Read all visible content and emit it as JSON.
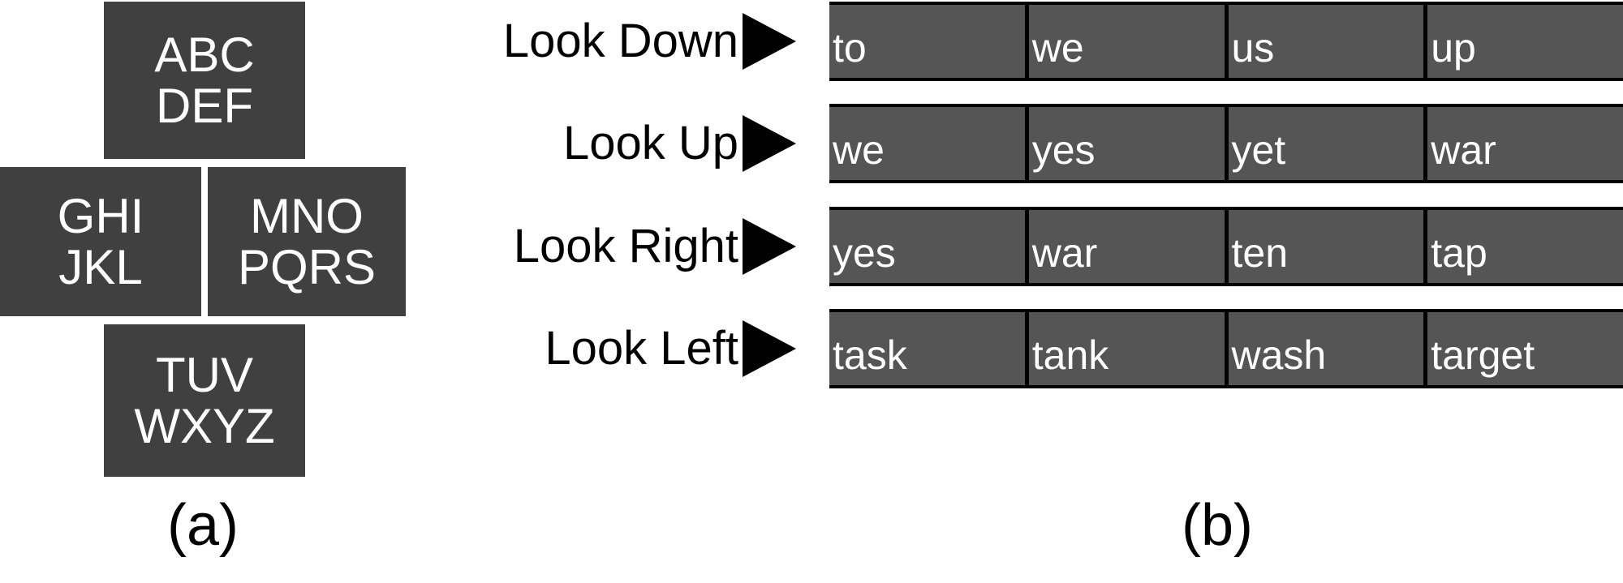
{
  "figure": {
    "background_color": "#ffffff",
    "key_fill_color": "#404040",
    "bar_fill_color": "#555555",
    "bar_border_color": "#000000",
    "text_on_dark_color": "#ffffff",
    "label_color": "#000000"
  },
  "panel_a": {
    "caption": "(a)",
    "keys": [
      {
        "position": "up",
        "line1": "ABC",
        "line2": "DEF"
      },
      {
        "position": "left",
        "line1": "GHI",
        "line2": "JKL"
      },
      {
        "position": "right",
        "line1": "MNO",
        "line2": "PQRS"
      },
      {
        "position": "down",
        "line1": "TUV",
        "line2": "WXYZ"
      }
    ]
  },
  "panel_b": {
    "caption": "(b)",
    "arrow_icon": "play-triangle-icon",
    "rows": [
      {
        "label": "Look Down",
        "words": [
          "to",
          "we",
          "us",
          "up"
        ]
      },
      {
        "label": "Look Up",
        "words": [
          "we",
          "yes",
          "yet",
          "war"
        ]
      },
      {
        "label": "Look Right",
        "words": [
          "yes",
          "war",
          "ten",
          "tap"
        ]
      },
      {
        "label": "Look Left",
        "words": [
          "task",
          "tank",
          "wash",
          "target"
        ]
      }
    ]
  }
}
